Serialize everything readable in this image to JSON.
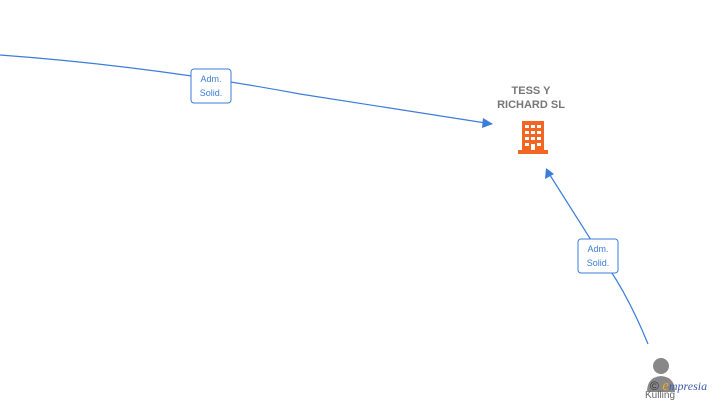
{
  "company": {
    "name_line1": "TESS Y",
    "name_line2": "RICHARD  SL",
    "icon": "building-icon",
    "color": "#f26522"
  },
  "person": {
    "name": "Kulling",
    "icon": "person-icon",
    "color": "#888888"
  },
  "edges": [
    {
      "label_line1": "Adm.",
      "label_line2": "Solid."
    },
    {
      "label_line1": "Adm.",
      "label_line2": "Solid."
    }
  ],
  "edge_color": "#3b7dd8",
  "watermark": {
    "copy": "©",
    "e": "e",
    "rest": "mpresia"
  }
}
